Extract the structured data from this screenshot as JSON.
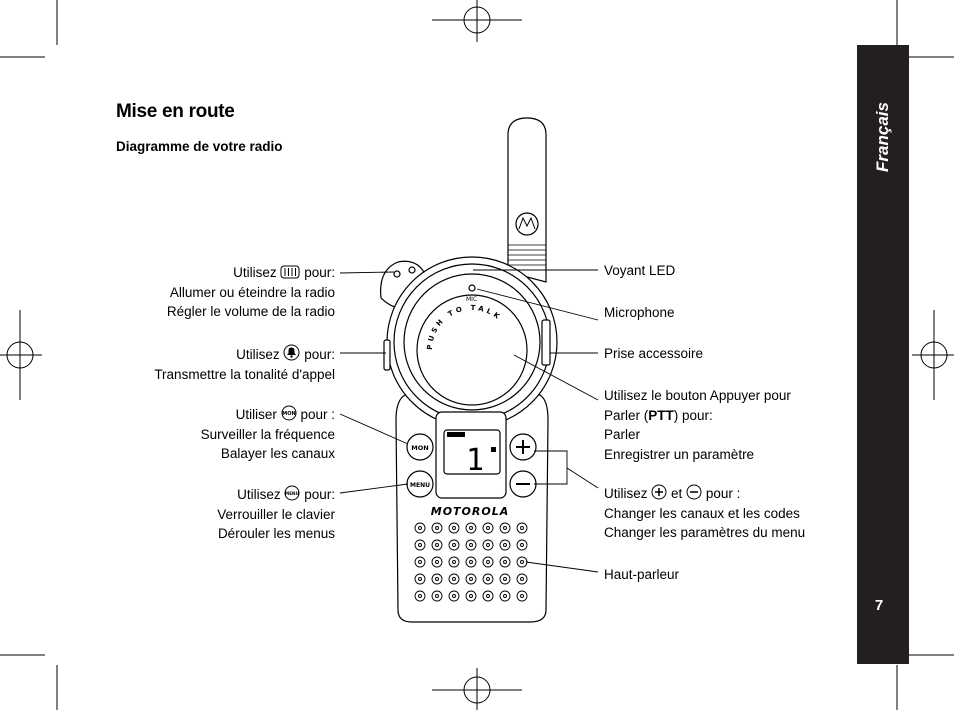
{
  "page": {
    "section_tab": "Français",
    "page_number": "7"
  },
  "heading": {
    "title": "Mise en route",
    "subtitle": "Diagramme de votre radio"
  },
  "left_labels": [
    {
      "prefix": "Utilisez",
      "icon": "volume-knob-icon",
      "suffix": "pour:",
      "lines": [
        "Allumer ou éteindre la radio",
        "Régler le volume de la radio"
      ]
    },
    {
      "prefix": "Utilisez",
      "icon": "call-bell-icon",
      "suffix": "pour:",
      "lines": [
        "Transmettre la tonalité d'appel"
      ]
    },
    {
      "prefix": "Utiliser",
      "icon": "mon-button-icon",
      "suffix": "pour :",
      "lines": [
        "Surveiller la fréquence",
        "Balayer les canaux"
      ]
    },
    {
      "prefix": "Utilisez",
      "icon": "menu-button-icon",
      "suffix": "pour:",
      "lines": [
        "Verrouiller le clavier",
        "Dérouler les menus"
      ]
    }
  ],
  "right_labels": {
    "led": "Voyant LED",
    "microphone": "Microphone",
    "accessory": "Prise accessoire",
    "ptt": {
      "line1": "Utilisez le bouton Appuyer pour",
      "line2_a": "Parler (",
      "line2_b": "PTT",
      "line2_c": ") pour:",
      "line3": "Parler",
      "line4": "Enregistrer un paramètre"
    },
    "plusminus": {
      "prefix": "Utilisez",
      "icon_plus": "plus-circle-icon",
      "middle": "et",
      "icon_minus": "minus-circle-icon",
      "suffix": "pour :",
      "line2": "Changer les canaux et les codes",
      "line3": "Changer les paramètres du menu"
    },
    "speaker": "Haut-parleur"
  },
  "radio": {
    "brand": "MOTOROLA",
    "ptt_ring_text": "PUSH TO TALK",
    "mic_label": "MIC",
    "display_channel": "1",
    "mon_label": "MON",
    "menu_label": "MENU"
  }
}
